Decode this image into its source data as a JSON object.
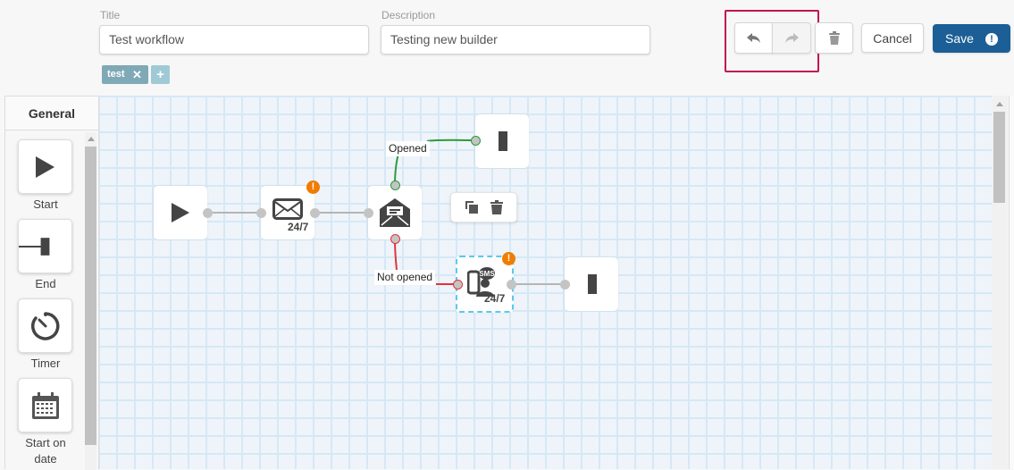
{
  "header": {
    "title_label": "Title",
    "title_value": "Test workflow",
    "description_label": "Description",
    "description_value": "Testing new builder",
    "tags": [
      {
        "label": "test",
        "remove_icon": "close-icon"
      }
    ],
    "add_tag_label": "+"
  },
  "toolbar": {
    "undo_icon": "undo-icon",
    "redo_icon": "redo-icon",
    "delete_icon": "trash-icon",
    "cancel_label": "Cancel",
    "save_label": "Save",
    "save_warning": "!"
  },
  "sidebar": {
    "tab_label": "General",
    "items": [
      {
        "label": "Start",
        "icon": "play-icon"
      },
      {
        "label": "End",
        "icon": "end-icon"
      },
      {
        "label": "Timer",
        "icon": "timer-icon"
      },
      {
        "label": "Start on date",
        "label_line1": "Start on",
        "label_line2": "date",
        "icon": "calendar-icon"
      }
    ]
  },
  "canvas": {
    "nodes": [
      {
        "id": "start",
        "icon": "play-icon"
      },
      {
        "id": "email",
        "icon": "email-icon",
        "badge": "24/7",
        "warning": "!"
      },
      {
        "id": "opened-check",
        "icon": "open-email-icon"
      },
      {
        "id": "end-opened",
        "icon": "end-icon"
      },
      {
        "id": "sms",
        "icon": "sms-icon",
        "badge": "24/7",
        "warning": "!",
        "badge_sms": "SMS"
      },
      {
        "id": "end-sms",
        "icon": "end-icon"
      }
    ],
    "edges": [
      {
        "from": "start",
        "to": "email"
      },
      {
        "from": "email",
        "to": "opened-check"
      },
      {
        "from": "opened-check",
        "to": "end-opened",
        "label": "Opened",
        "color": "#2e9a3a"
      },
      {
        "from": "opened-check",
        "to": "sms",
        "label": "Not opened",
        "color": "#e2333a"
      },
      {
        "from": "sms",
        "to": "end-sms"
      }
    ],
    "node_toolbar": {
      "copy_icon": "copy-icon",
      "delete_icon": "trash-icon"
    }
  },
  "colors": {
    "accent": "#1b5f96",
    "warning": "#f07c00",
    "highlight": "#c0134e",
    "tag": "#7fa9b6",
    "grid": "#d6e8f5",
    "selected": "#5bc8ee"
  }
}
